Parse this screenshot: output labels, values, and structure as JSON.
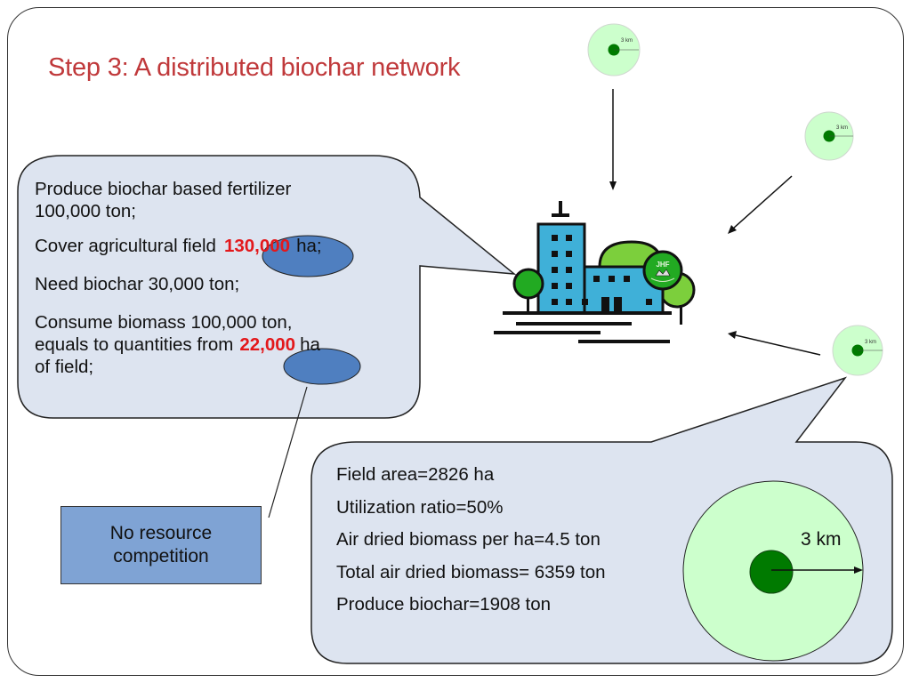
{
  "slide": {
    "title": "Step 3: A distributed biochar network",
    "title_color": "#c0393b"
  },
  "left_callout": {
    "line1a": "Produce biochar based fertilizer",
    "line1b": "100,000 ton;",
    "line2_pre": "Cover agricultural field",
    "line2_highlight": "130,000",
    "line2_post": "ha;",
    "line3": "Need biochar 30,000 ton;",
    "line4a": "Consume biomass 100,000 ton,",
    "line4b_pre": "equals to quantities from",
    "line4b_highlight": "22,000",
    "line4b_post": "ha",
    "line4c": "of field;",
    "highlight_text_color": "#e3181b",
    "highlight_fill": "#4f7fc0"
  },
  "note_box": {
    "text_line1": "No resource",
    "text_line2": "competition"
  },
  "right_callout": {
    "lines": [
      "Field area=2826 ha",
      "Utilization ratio=50%",
      "Air dried biomass per ha=4.5 ton",
      "Total air dried biomass= 6359 ton",
      "Produce biochar=1908 ton"
    ],
    "radius_label": "3 km"
  },
  "small_circles": {
    "radius_label": "3 km"
  },
  "factory_icon": {
    "logo_text": "JHF"
  },
  "colors": {
    "callout_fill": "#dde4f0",
    "circle_fill": "#ccffcc",
    "center_fill": "#007a00",
    "building_fill": "#3fb0d8",
    "tree_green": "#22aa22",
    "light_tree_green": "#7ccf3c"
  }
}
